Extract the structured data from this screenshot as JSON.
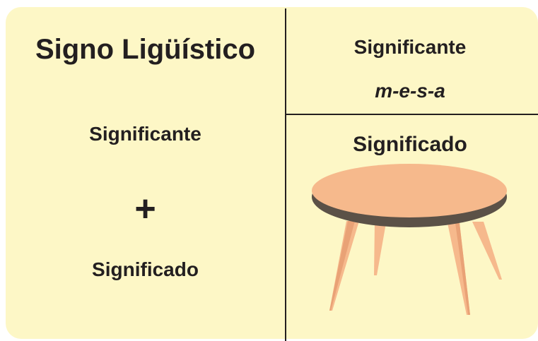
{
  "left_panel": {
    "title": "Signo Ligüístico",
    "term_1": "Significante",
    "operator": "+",
    "term_2": "Significado"
  },
  "right_top_panel": {
    "label": "Significante",
    "word": "m-e-s-a"
  },
  "right_bottom_panel": {
    "label": "Significado",
    "image": "round-table-icon"
  },
  "colors": {
    "background": "#fdf7c6",
    "lines": "#231f20",
    "text": "#231f20",
    "table_top": "#f6b98c",
    "table_edge": "#5b5147",
    "table_legs": "#f6b98c"
  }
}
